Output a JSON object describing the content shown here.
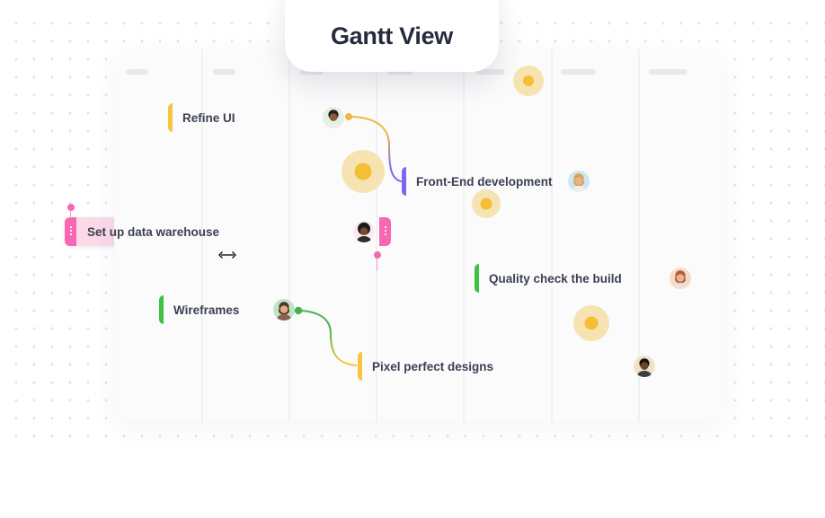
{
  "header": {
    "title": "Gantt View"
  },
  "timeline": {
    "column_count": 7,
    "header_style": "skeleton-dashes"
  },
  "tasks": [
    {
      "label": "Refine UI",
      "accent_color": "#f7c440",
      "bar_color": "#fcf4d9",
      "avatar": {
        "name": "bearded-man-avatar",
        "style": "short",
        "bg": "#e3f0e4",
        "skin": "#8a5a3b",
        "hair": "#24211f",
        "shirt": "#eceee9"
      }
    },
    {
      "label": "Front-End development",
      "accent_color": "#7c68ee",
      "bar_color": "#f2f3f5",
      "avatar": {
        "name": "blonde-woman-avatar",
        "style": "long",
        "bg": "#cbe7f6",
        "skin": "#e8b48d",
        "hair": "#d9a353",
        "shirt": "#f3efe8"
      }
    },
    {
      "label": "Set up data warehouse",
      "accent_color": "#f767b2",
      "bar_color": "#fbd9e9",
      "avatar": {
        "name": "afro-man-avatar",
        "style": "afro",
        "bg": "#fce8f2",
        "skin": "#7a4a2e",
        "hair": "#1e1a18",
        "shirt": "#2e2b28"
      }
    },
    {
      "label": "Quality check the build",
      "accent_color": "#3fc144",
      "bar_color": "#e7f9e3",
      "avatar": {
        "name": "redhead-woman-avatar",
        "style": "long",
        "bg": "#f6dcc8",
        "skin": "#e8b48d",
        "hair": "#b5593c",
        "shirt": "#e8e2da"
      }
    },
    {
      "label": "Wireframes",
      "accent_color": "#3fc144",
      "bar_color": "#e7f9e3",
      "avatar": {
        "name": "brunette-woman-avatar",
        "style": "long",
        "bg": "#bfe3c4",
        "skin": "#e3a987",
        "hair": "#4a3328",
        "shirt": "#8a5f4d"
      }
    },
    {
      "label": "Pixel perfect designs",
      "accent_color": "#f7c440",
      "bar_color": "#fcf4d9",
      "avatar": {
        "name": "dark-man-avatar",
        "style": "short",
        "bg": "#f0e2c8",
        "skin": "#6f4326",
        "hair": "#161412",
        "shirt": "#3a3f46"
      }
    }
  ],
  "milestones": {
    "count": 4,
    "core_color": "#f5be35",
    "halo_color": "#f6e3b2"
  },
  "connectors": [
    {
      "from": "Refine UI",
      "to": "Front-End development",
      "start_color": "#f2b63c",
      "end_color": "#7c68ee"
    },
    {
      "from": "Wireframes",
      "to": "Pixel perfect designs",
      "start_color": "#46b14d",
      "end_color": "#f2c643"
    }
  ],
  "cursor": {
    "name": "horizontal-resize-cursor"
  }
}
